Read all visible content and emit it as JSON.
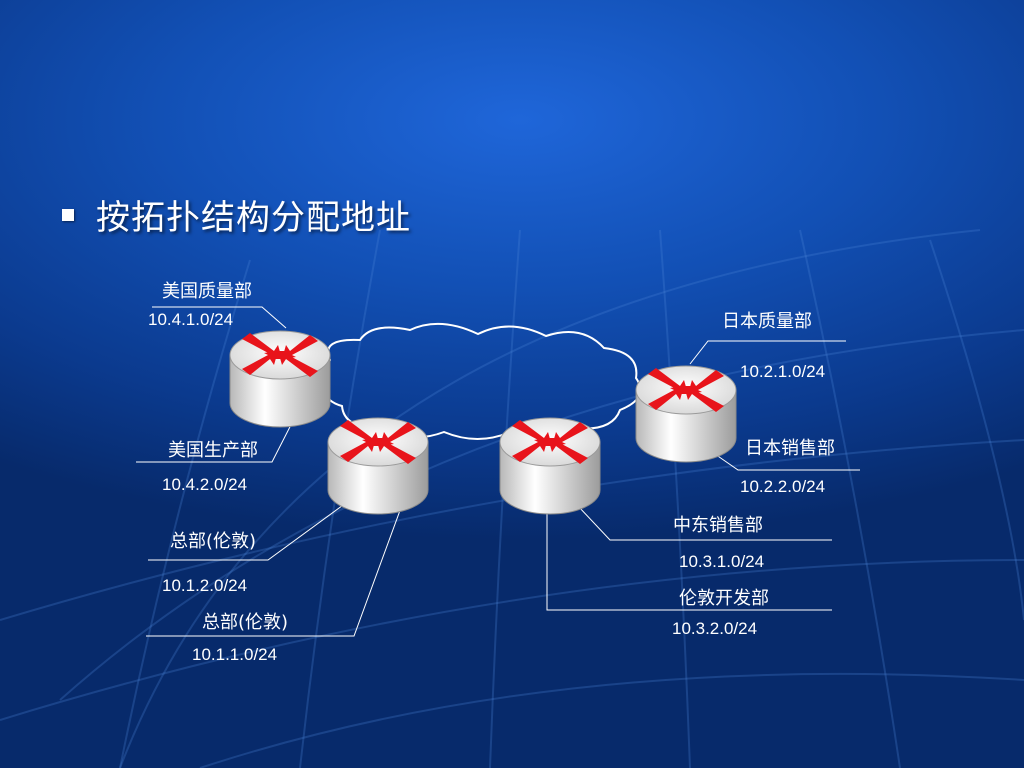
{
  "slide": {
    "title": "按拓扑结构分配地址"
  },
  "routers": [
    {
      "name": "router-usa"
    },
    {
      "name": "router-london-a"
    },
    {
      "name": "router-london-b"
    },
    {
      "name": "router-japan"
    }
  ],
  "labels": {
    "us_quality": "美国质量部",
    "us_quality_ip": "10.4.1.0/24",
    "us_production": "美国生产部",
    "us_production_ip": "10.4.2.0/24",
    "hq_london_1": "总部(伦敦)",
    "hq_london_1_ip": "10.1.2.0/24",
    "hq_london_2": "总部(伦敦)",
    "hq_london_2_ip": "10.1.1.0/24",
    "jp_quality": "日本质量部",
    "jp_quality_ip": "10.2.1.0/24",
    "jp_sales": "日本销售部",
    "jp_sales_ip": "10.2.2.0/24",
    "me_sales": "中东销售部",
    "me_sales_ip": "10.3.1.0/24",
    "london_dev": "伦敦开发部",
    "london_dev_ip": "10.3.2.0/24"
  },
  "colors": {
    "router_arrow": "#e8141b",
    "router_body": "#e4e4e4",
    "line": "#ffffff"
  }
}
